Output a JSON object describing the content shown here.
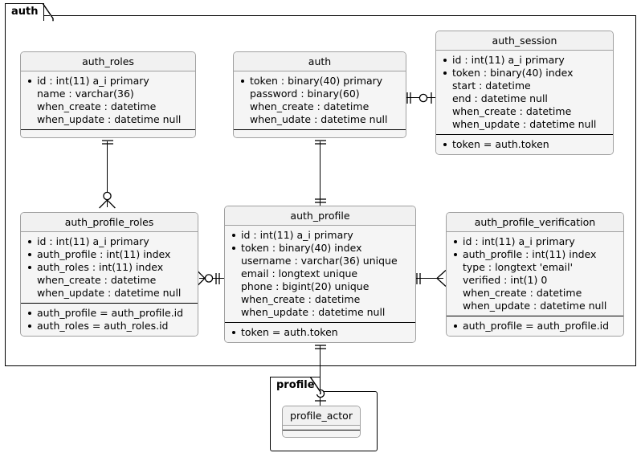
{
  "diagram": {
    "type": "er-diagram",
    "packages": [
      {
        "name": "auth"
      },
      {
        "name": "profile"
      }
    ]
  },
  "entities": {
    "auth_roles": {
      "title": "auth_roles",
      "fields": [
        {
          "text": "id : int(11) a_i primary",
          "key": true
        },
        {
          "text": "name : varchar(36)",
          "key": false
        },
        {
          "text": "when_create : datetime",
          "key": false
        },
        {
          "text": "when_update : datetime null",
          "key": false
        }
      ],
      "footer": []
    },
    "auth": {
      "title": "auth",
      "fields": [
        {
          "text": "token : binary(40) primary",
          "key": true
        },
        {
          "text": "password : binary(60)",
          "key": false
        },
        {
          "text": "when_create : datetime",
          "key": false
        },
        {
          "text": "when_udate : datetime null",
          "key": false
        }
      ],
      "footer": []
    },
    "auth_session": {
      "title": "auth_session",
      "fields": [
        {
          "text": "id : int(11) a_i primary",
          "key": true
        },
        {
          "text": "token : binary(40) index",
          "key": true
        },
        {
          "text": "start : datetime",
          "key": false
        },
        {
          "text": "end : datetime null",
          "key": false
        },
        {
          "text": "when_create : datetime",
          "key": false
        },
        {
          "text": "when_update : datetime null",
          "key": false
        }
      ],
      "footer": [
        {
          "text": "token = auth.token",
          "key": true
        }
      ]
    },
    "auth_profile_roles": {
      "title": "auth_profile_roles",
      "fields": [
        {
          "text": "id : int(11) a_i primary",
          "key": true
        },
        {
          "text": "auth_profile : int(11) index",
          "key": true
        },
        {
          "text": "auth_roles : int(11) index",
          "key": true
        },
        {
          "text": "when_create : datetime",
          "key": false
        },
        {
          "text": "when_update : datetime null",
          "key": false
        }
      ],
      "footer": [
        {
          "text": "auth_profile = auth_profile.id",
          "key": true
        },
        {
          "text": "auth_roles = auth_roles.id",
          "key": true
        }
      ]
    },
    "auth_profile": {
      "title": "auth_profile",
      "fields": [
        {
          "text": "id : int(11) a_i primary",
          "key": true
        },
        {
          "text": "token : binary(40) index",
          "key": true
        },
        {
          "text": "username : varchar(36) unique",
          "key": false
        },
        {
          "text": "email : longtext unique",
          "key": false
        },
        {
          "text": "phone : bigint(20) unique",
          "key": false
        },
        {
          "text": "when_create : datetime",
          "key": false
        },
        {
          "text": "when_update : datetime null",
          "key": false
        }
      ],
      "footer": [
        {
          "text": "token = auth.token",
          "key": true
        }
      ]
    },
    "auth_profile_verification": {
      "title": "auth_profile_verification",
      "fields": [
        {
          "text": "id : int(11) a_i primary",
          "key": true
        },
        {
          "text": "auth_profile : int(11) index",
          "key": true
        },
        {
          "text": "type : longtext 'email'",
          "key": false
        },
        {
          "text": "verified : int(1) 0",
          "key": false
        },
        {
          "text": "when_create : datetime",
          "key": false
        },
        {
          "text": "when_update : datetime null",
          "key": false
        }
      ],
      "footer": [
        {
          "text": "auth_profile = auth_profile.id",
          "key": true
        }
      ]
    },
    "profile_actor": {
      "title": "profile_actor",
      "fields": [],
      "footer": []
    }
  },
  "relationships": [
    {
      "from": "auth",
      "to": "auth_session",
      "from_card": "one",
      "to_card": "zero-or-one"
    },
    {
      "from": "auth_roles",
      "to": "auth_profile_roles",
      "from_card": "one",
      "to_card": "zero-or-many"
    },
    {
      "from": "auth",
      "to": "auth_profile",
      "from_card": "one",
      "to_card": "one"
    },
    {
      "from": "auth_profile_roles",
      "to": "auth_profile",
      "from_card": "zero-or-many",
      "to_card": "one"
    },
    {
      "from": "auth_profile",
      "to": "auth_profile_verification",
      "from_card": "one",
      "to_card": "many"
    },
    {
      "from": "auth_profile",
      "to": "profile_actor",
      "from_card": "one",
      "to_card": "zero-or-one"
    }
  ],
  "colors": {
    "entity_fill": "#f5f5f5",
    "entity_header": "#f1f1f1",
    "entity_border": "#a0a0a0",
    "package_border": "#000000",
    "line": "#000000",
    "background": "#ffffff"
  }
}
